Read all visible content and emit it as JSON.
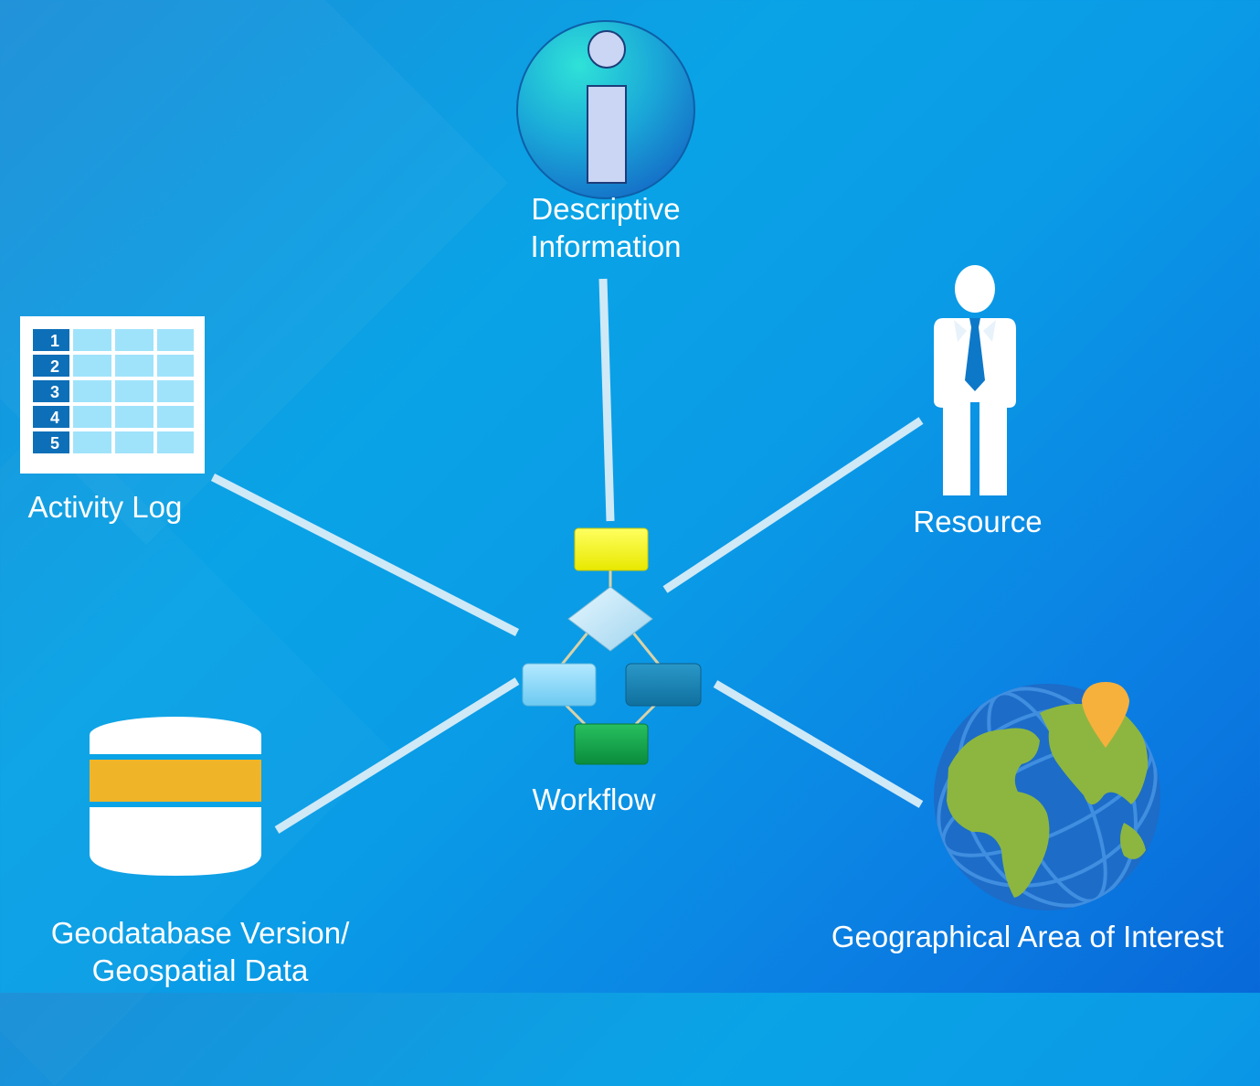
{
  "nodes": {
    "descriptive": {
      "line1": "Descriptive",
      "line2": "Information"
    },
    "activity_log": {
      "label": "Activity Log",
      "row_numbers": [
        "1",
        "2",
        "3",
        "4",
        "5"
      ]
    },
    "resource": {
      "label": "Resource"
    },
    "workflow": {
      "label": "Workflow"
    },
    "geodatabase": {
      "line1": "Geodatabase Version/",
      "line2": "Geospatial Data"
    },
    "geographic": {
      "label": "Geographical Area of Interest"
    }
  },
  "colors": {
    "connector": "#cfe9f7",
    "workflow_start": "#ffff00",
    "workflow_decision": "#bfe6fb",
    "workflow_task_light": "#8fd8f8",
    "workflow_task_dark": "#1a86b6",
    "workflow_end": "#12a24a",
    "database_band": "#f0b429",
    "globe_land": "#8db640",
    "globe_ocean": "#1d6cc8",
    "pin": "#f6b03c"
  }
}
